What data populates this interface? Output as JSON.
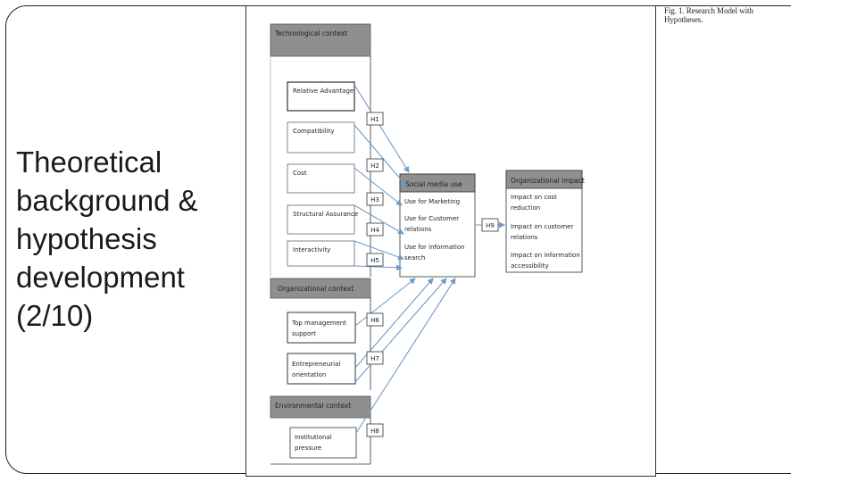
{
  "slide": {
    "title": "Theoretical background & hypothesis development (2/10)"
  },
  "figure": {
    "caption": "Fig. 1. Research Model with Hypotheses.",
    "technological_context": {
      "header": "Technological context",
      "factors": [
        "Relative Advantage",
        "Compatibility",
        "Cost",
        "Structural Assurance",
        "Interactivity"
      ]
    },
    "organizational_context": {
      "header": "Organizational context",
      "factors": [
        [
          "Top management",
          "support"
        ],
        [
          "Entrepreneurial",
          "orientation"
        ]
      ]
    },
    "environmental_context": {
      "header": "Environmental context",
      "factors": [
        [
          "Institutional",
          "pressure"
        ]
      ]
    },
    "social_media_use": {
      "header": "Social media use",
      "items": [
        [
          "Use for Marketing"
        ],
        [
          "Use for Customer",
          "relations"
        ],
        [
          "Use for information",
          "search"
        ]
      ]
    },
    "organizational_impact": {
      "header": "Organizational impact",
      "items": [
        [
          "Impact on cost",
          "reduction"
        ],
        [
          "Impact on customer",
          "relations"
        ],
        [
          "Impact on information",
          "accessibility"
        ]
      ]
    },
    "hypotheses": [
      "H1",
      "H2",
      "H3",
      "H4",
      "H5",
      "H6",
      "H7",
      "H8",
      "H9"
    ]
  },
  "colors": {
    "context_header_fill": "#8f8f8f",
    "arrow": "#6f9cc6",
    "box_border": "#333333"
  }
}
